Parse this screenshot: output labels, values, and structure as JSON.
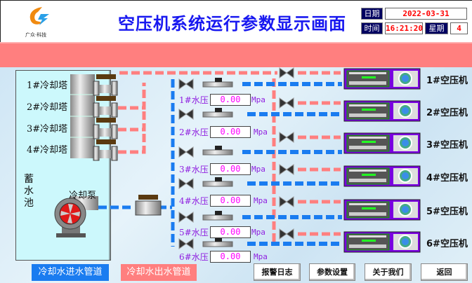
{
  "header": {
    "logo_text": "广众·科技",
    "title": "空压机系统运行参数显示画面",
    "date_label": "日期",
    "date_value": "2022-03-31",
    "time_label": "时间",
    "time_value": "16:21:20",
    "weekday_label": "星期",
    "weekday_value": "4"
  },
  "pool": {
    "label": "蓄水池",
    "towers": [
      "1#冷却塔",
      "2#冷却塔",
      "3#冷却塔",
      "4#冷却塔"
    ],
    "pump_label": "冷却泵"
  },
  "pressures": [
    {
      "label": "1#水压",
      "value": "0.00",
      "unit": "Mpa"
    },
    {
      "label": "2#水压",
      "value": "0.00",
      "unit": "Mpa"
    },
    {
      "label": "3#水压",
      "value": "0.00",
      "unit": "Mpa"
    },
    {
      "label": "4#水压",
      "value": "0.00",
      "unit": "Mpa"
    },
    {
      "label": "5#水压",
      "value": "0.00",
      "unit": "Mpa"
    },
    {
      "label": "6#水压",
      "value": "0.00",
      "unit": "Mpa"
    }
  ],
  "compressors": [
    "1#空压机",
    "2#空压机",
    "3#空压机",
    "4#空压机",
    "5#空压机",
    "6#空压机"
  ],
  "legend": {
    "inlet": "冷却水进水管道",
    "outlet": "冷却水出水管道",
    "inlet_color": "#1a7cf0",
    "outlet_color": "#ff7f7f"
  },
  "buttons": {
    "alarm_log": "报警日志",
    "settings": "参数设置",
    "about": "关于我们",
    "back": "返回"
  }
}
